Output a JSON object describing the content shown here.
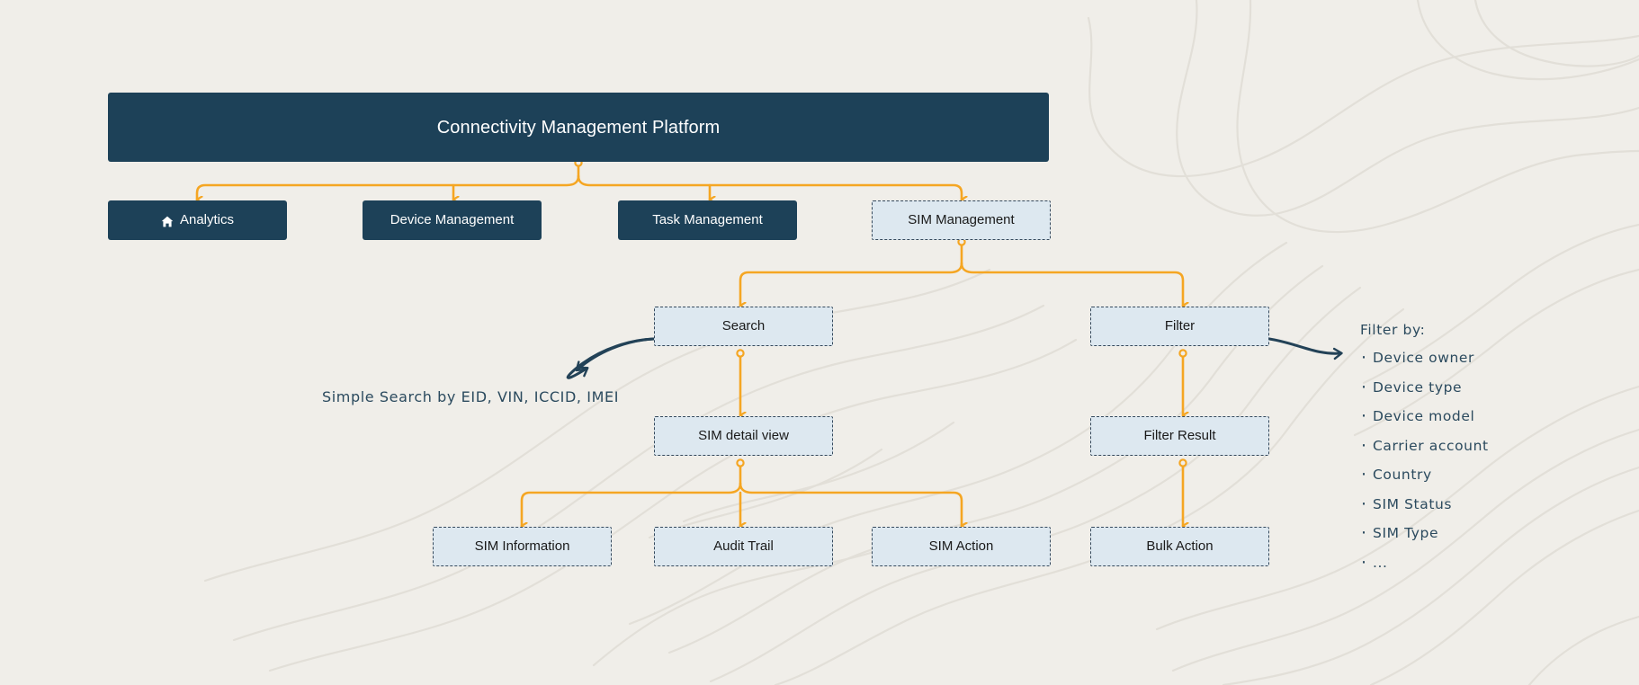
{
  "palette": {
    "background": "#f0eee9",
    "contour_line": "#e2dfd8",
    "node_solid_fill": "#1d4158",
    "node_solid_text": "#ffffff",
    "node_dashed_fill": "#dde8f0",
    "node_dashed_border": "#35495c",
    "node_dashed_text": "#1a1a1a",
    "connector_orange": "#f5a623",
    "annotation_navy": "#2b4a5e"
  },
  "diagram": {
    "root": {
      "label": "Connectivity Management Platform",
      "style": "solid"
    },
    "level2": [
      {
        "label": "Analytics",
        "style": "solid",
        "icon": "home-icon"
      },
      {
        "label": "Device Management",
        "style": "solid",
        "icon": null
      },
      {
        "label": "Task Management",
        "style": "solid",
        "icon": null
      },
      {
        "label": "SIM Management",
        "style": "dashed",
        "icon": null
      }
    ],
    "level3": [
      {
        "label": "Search",
        "style": "dashed"
      },
      {
        "label": "Filter",
        "style": "dashed"
      }
    ],
    "level4": [
      {
        "label": "SIM detail view",
        "style": "dashed"
      },
      {
        "label": "Filter Result",
        "style": "dashed"
      }
    ],
    "level5": [
      {
        "label": "SIM Information",
        "style": "dashed"
      },
      {
        "label": "Audit Trail",
        "style": "dashed"
      },
      {
        "label": "SIM Action",
        "style": "dashed"
      },
      {
        "label": "Bulk Action",
        "style": "dashed"
      }
    ]
  },
  "annotations": {
    "search_note": "Simple Search by EID, VIN, ICCID, IMEI",
    "filter_by": {
      "title": "Filter by:",
      "items": [
        "Device owner",
        "Device type",
        "Device model",
        "Carrier account",
        "Country",
        "SIM Status",
        "SIM Type",
        "..."
      ]
    }
  }
}
